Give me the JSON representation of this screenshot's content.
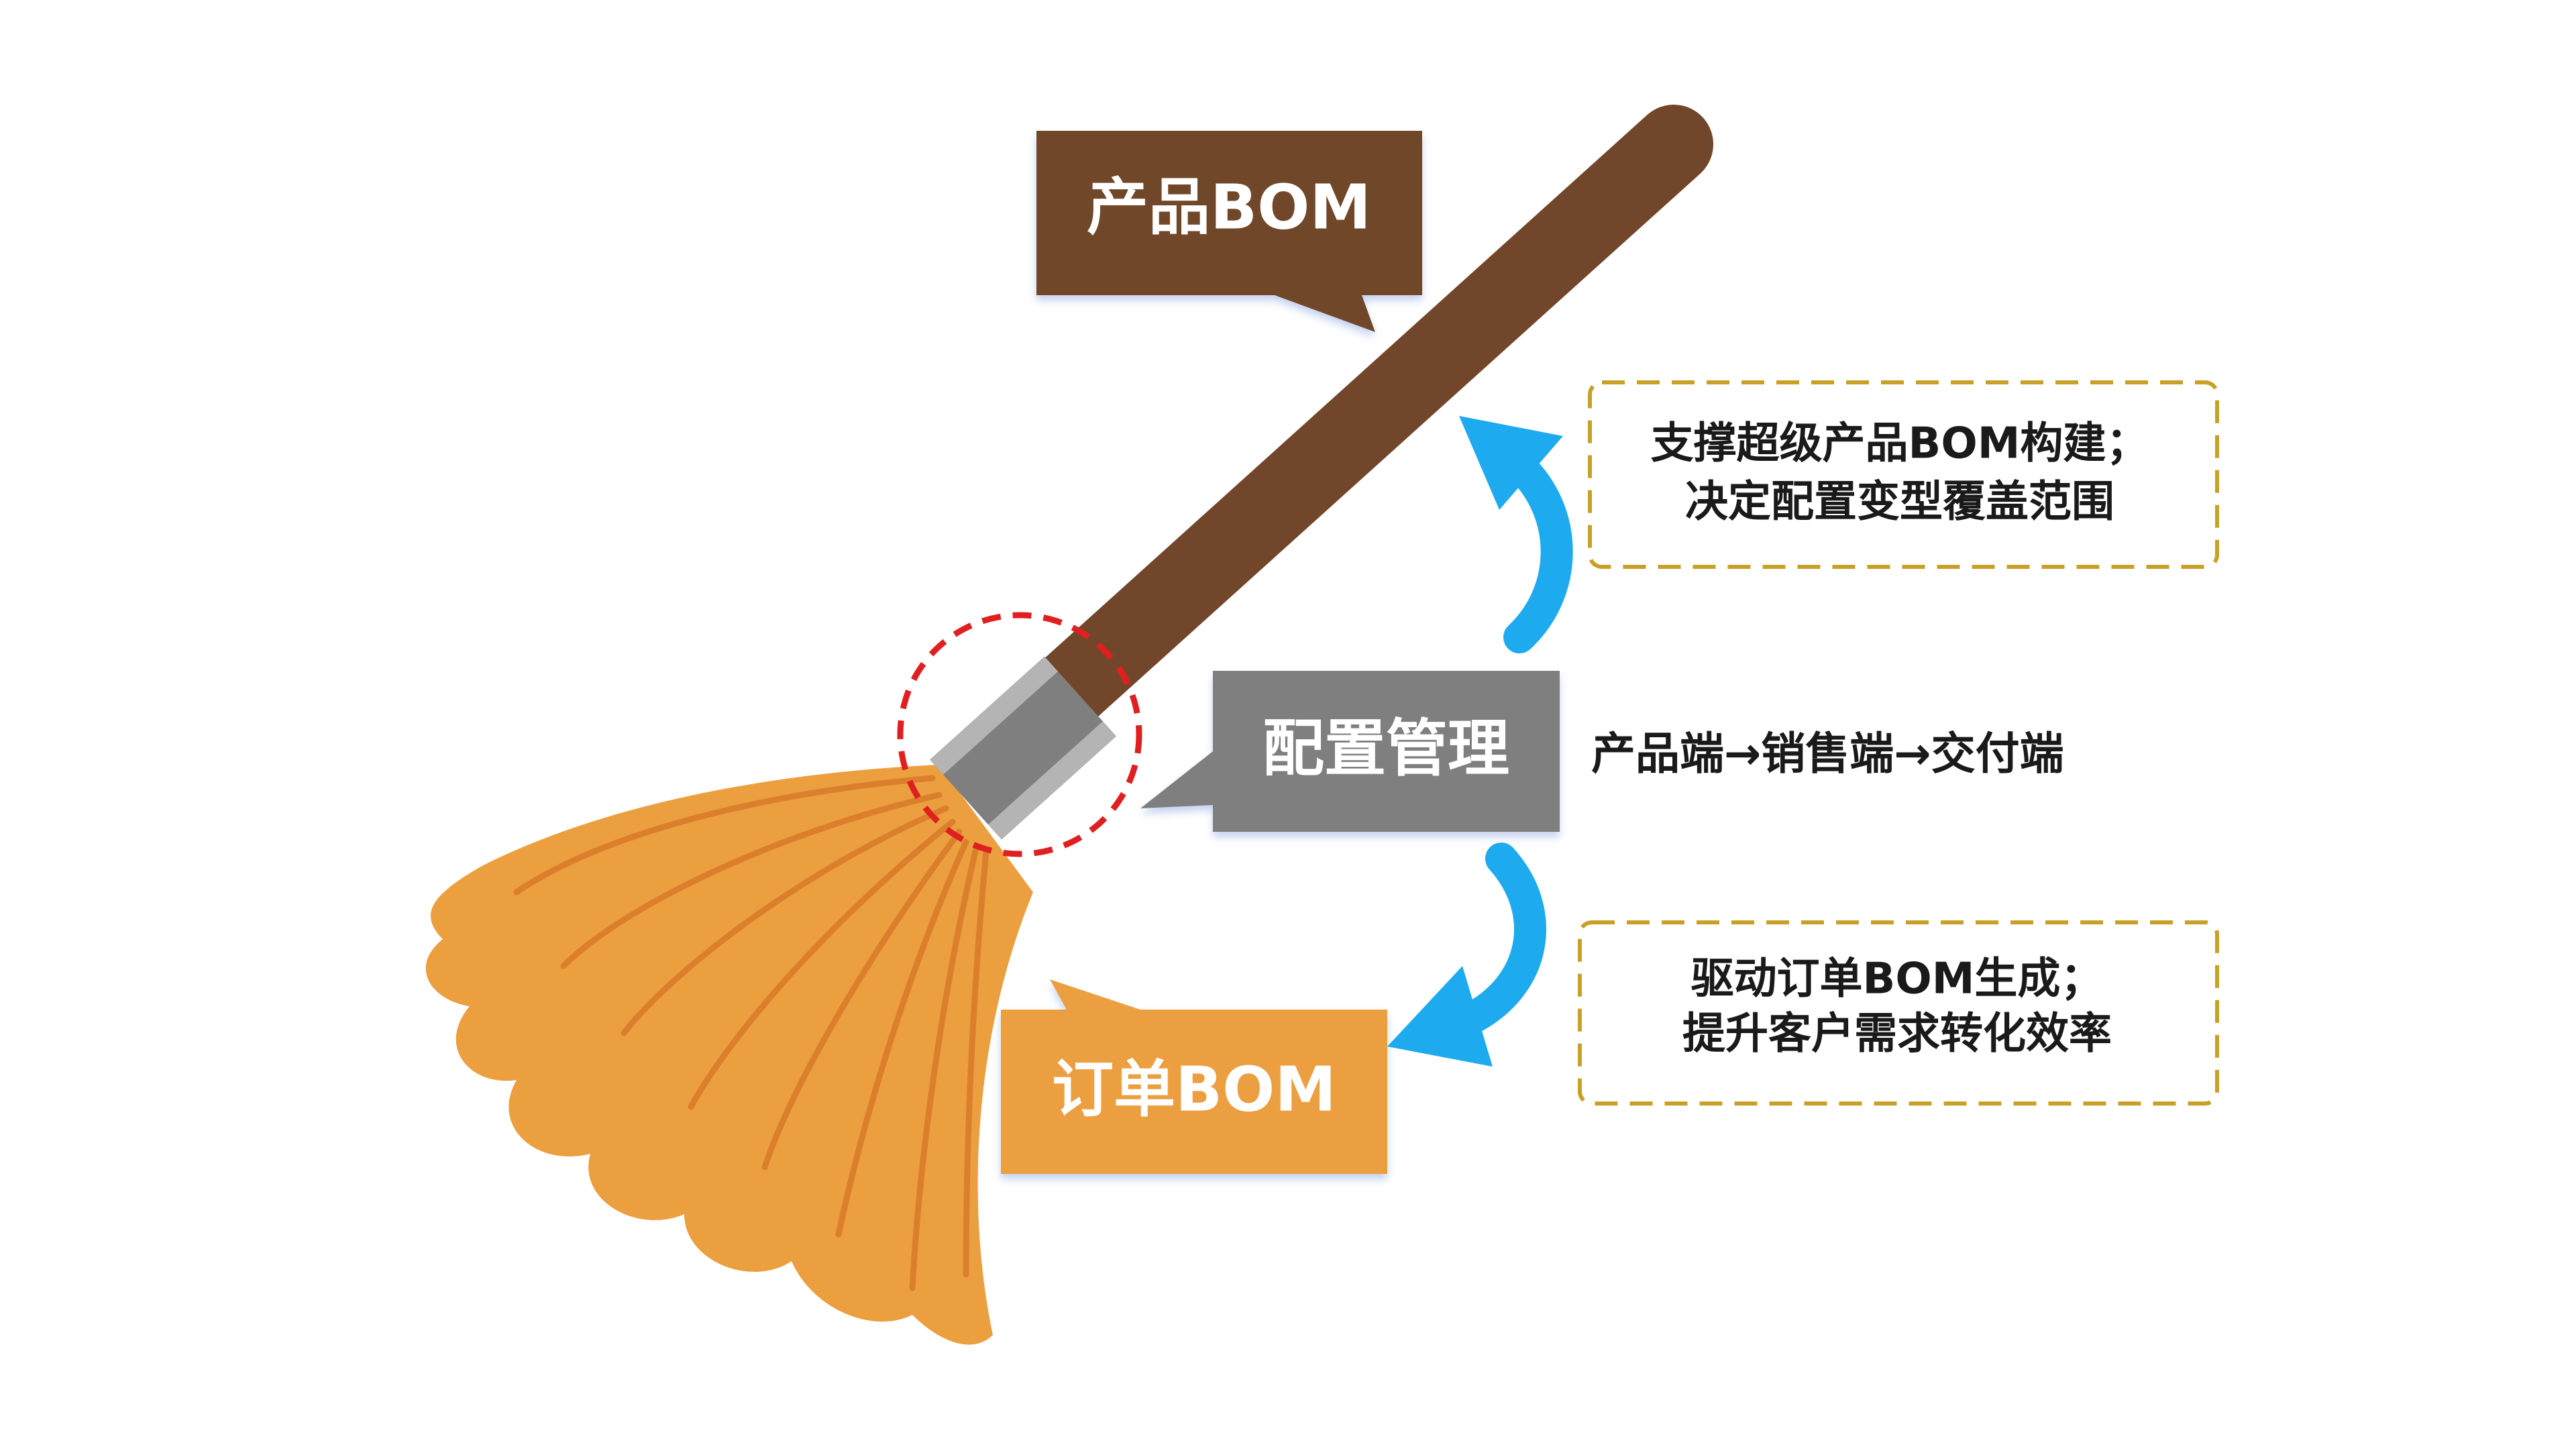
{
  "labels": {
    "product_bom": "产品BOM",
    "config_mgmt": "配置管理",
    "order_bom": "订单BOM"
  },
  "notes": {
    "top": [
      "支撑超级产品BOM构建；",
      "决定配置变型覆盖范围"
    ],
    "flow": "产品端→销售端→交付端",
    "bottom": [
      "驱动订单BOM生成；",
      "提升客户需求转化效率"
    ]
  },
  "colors": {
    "handle": "#71462b",
    "ferrule": "#7f7f7f",
    "ferrule_band": "#b4b4b4",
    "broom_head": "#eb9f3f",
    "broom_head_dark": "#dc7f2c",
    "product_bom_box": "#71462b",
    "config_box": "#7f7f7f",
    "order_bom_box": "#eb9f3f",
    "arrow": "#1eaaef",
    "dashed_border": "#c9a026",
    "red_circle": "#e02020"
  },
  "icons": {
    "broom": "broom-icon",
    "arrow_up": "curved-arrow-up-icon",
    "arrow_down": "curved-arrow-down-icon"
  }
}
